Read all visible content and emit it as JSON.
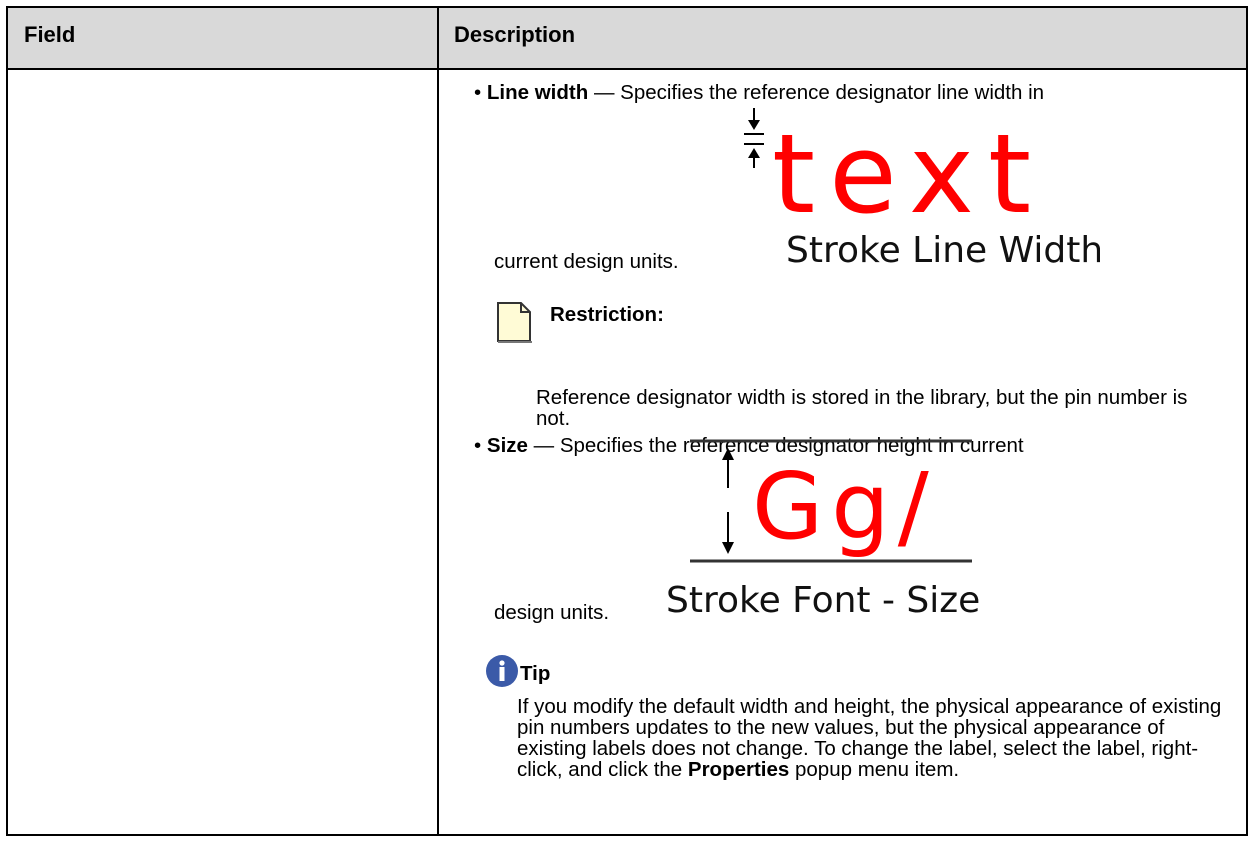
{
  "table": {
    "headers": {
      "field": "Field",
      "description": "Description"
    }
  },
  "line_width": {
    "bullet": "•",
    "term": "Line width",
    "text": " — Specifies the reference designator line width in",
    "continuation": "current design units.",
    "diagram": {
      "sample_text": "text",
      "caption": "Stroke Line Width",
      "text_color": "#ff0000"
    }
  },
  "restriction": {
    "title": "Restriction:",
    "body": "Reference designator width is stored in the library, but the pin number is not.",
    "icon": "note-icon"
  },
  "size": {
    "bullet": "•",
    "term": "Size",
    "text": " — Specifies the reference designator height in current",
    "continuation": "design units.",
    "diagram": {
      "sample_text": "Gg/",
      "caption": "Stroke Font - Size",
      "text_color": "#ff0000"
    }
  },
  "tip": {
    "title": "Tip",
    "icon": "info-icon",
    "body_prefix": "If you modify the default width and height, the physical appearance of existing pin numbers updates to the new values, but the physical appearance of existing labels does not change. To change the label, select the label, right-click, and click the ",
    "body_bold": "Properties",
    "body_suffix": " popup menu item."
  }
}
